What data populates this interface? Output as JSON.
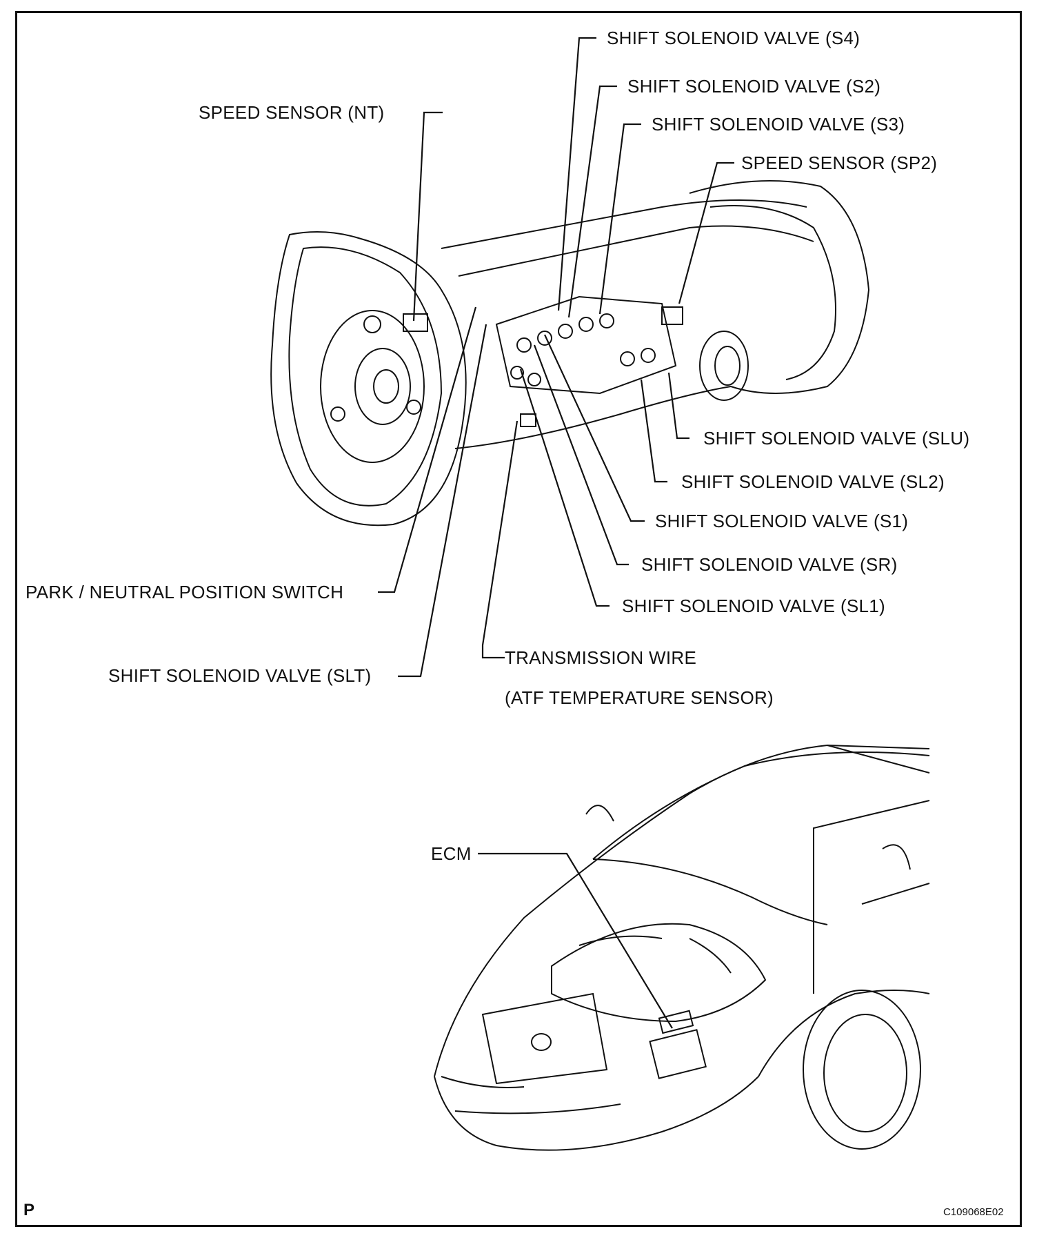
{
  "labels": {
    "s4": "SHIFT SOLENOID VALVE  (S4)",
    "s2": "SHIFT SOLENOID VALVE  (S2)",
    "s3": "SHIFT SOLENOID VALVE  (S3)",
    "sp2": "SPEED SENSOR  (SP2)",
    "nt": "SPEED SENSOR  (NT)",
    "slu": "SHIFT SOLENOID VALVE (SLU)",
    "sl2": "SHIFT SOLENOID VALVE  (SL2)",
    "s1": "SHIFT SOLENOID VALVE  (S1)",
    "sr": "SHIFT SOLENOID VALVE  (SR)",
    "sl1": "SHIFT SOLENOID VALVE  (SL1)",
    "pnp": "PARK / NEUTRAL POSITION SWITCH",
    "slt": "SHIFT SOLENOID VALVE  (SLT)",
    "wire": "TRANSMISSION WIRE",
    "atf": "(ATF TEMPERATURE SENSOR)",
    "ecm": "ECM"
  },
  "corner_letter": "P",
  "figure_code": "C109068E02"
}
